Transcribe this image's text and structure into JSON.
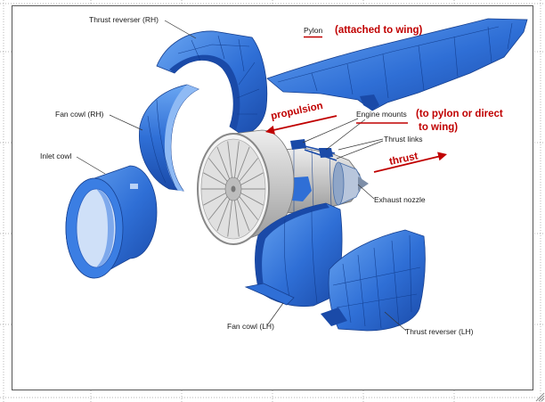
{
  "window": {
    "resize_grip_icon": "resize-grip-icon"
  },
  "diagram": {
    "labels": {
      "thrust_reverser_rh": "Thrust reverser (RH)",
      "pylon": "Pylon",
      "fan_cowl_rh": "Fan cowl (RH)",
      "engine_mounts": "Engine mounts",
      "thrust_links": "Thrust links",
      "inlet_cowl": "Inlet cowl",
      "exhaust_nozzle": "Exhaust nozzle",
      "fan_cowl_lh": "Fan cowl (LH)",
      "thrust_reverser_lh": "Thrust reverser (LH)"
    },
    "annotations": {
      "pylon_note": "(attached to wing)",
      "propulsion": "propulsion",
      "mounts_note_line1": "(to pylon or direct",
      "mounts_note_line2": "to wing)",
      "thrust": "thrust"
    },
    "colors": {
      "part_light": "#6aa6f2",
      "part_mid": "#2f6fd6",
      "part_dark": "#1a4aa8",
      "annotation": "#c00000",
      "engine_light": "#eeeeee",
      "engine_dark": "#9a9a9a",
      "leader_line": "#333333"
    }
  }
}
